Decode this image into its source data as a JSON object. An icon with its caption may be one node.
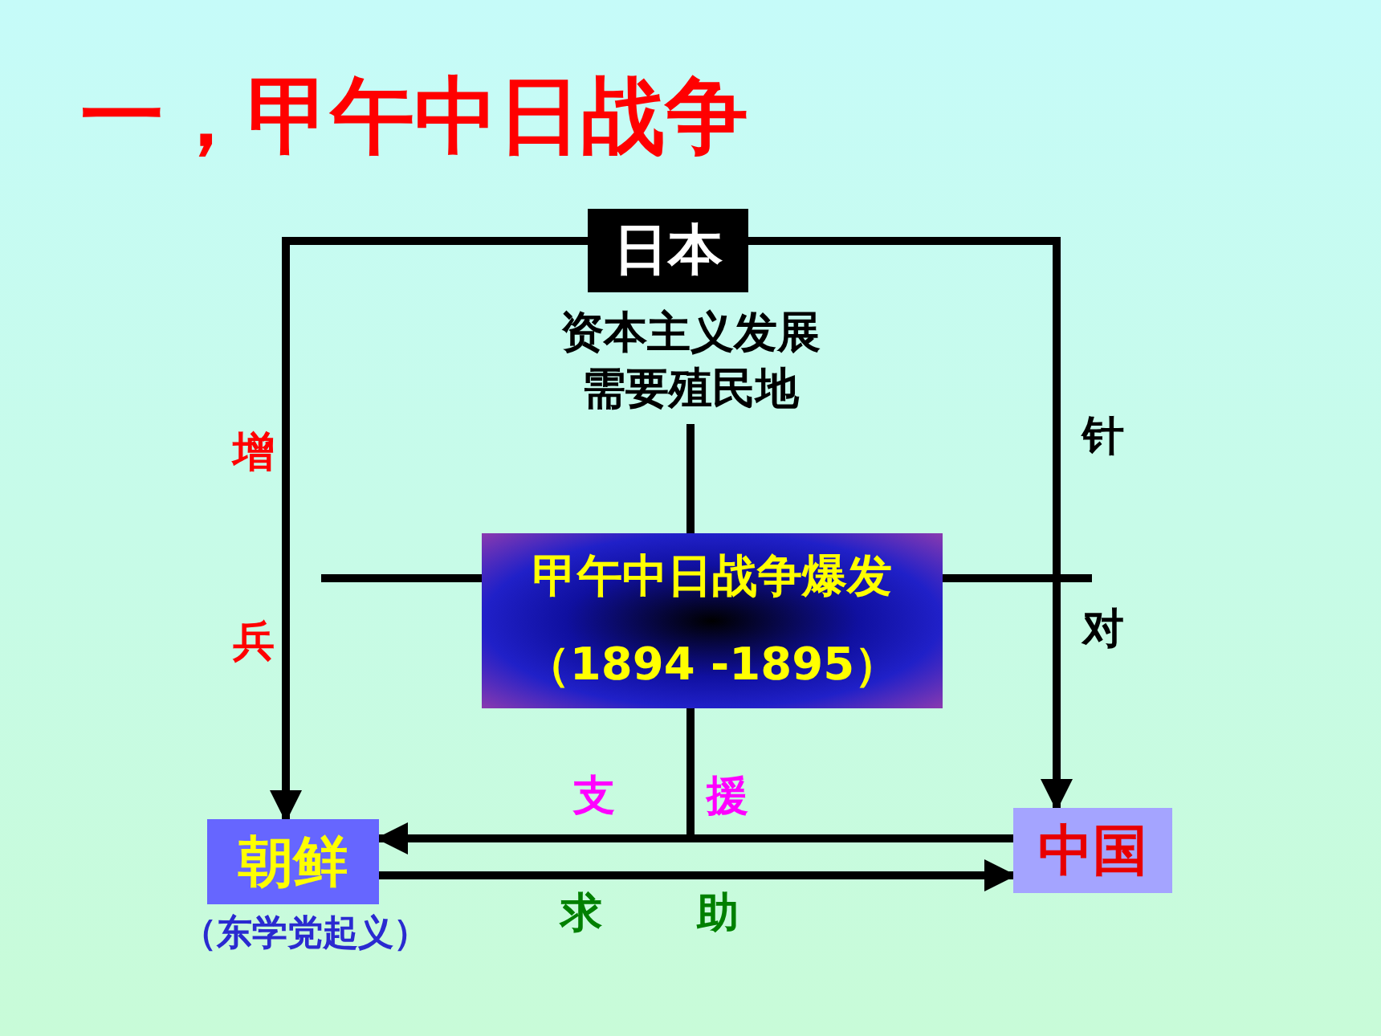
{
  "diagram": {
    "title": "一，甲午中日战争",
    "nodes": [
      {
        "text": [
          "日本"
        ]
      },
      {
        "text": [
          "资本主义发展需要殖民地"
        ]
      },
      {
        "text": [
          "甲午中日战争爆发",
          "（1894 -1895）"
        ]
      },
      {
        "text": [
          "朝鲜"
        ],
        "beside": [
          "（东学党起义）"
        ]
      },
      {
        "text": [
          "中国"
        ]
      }
    ],
    "edges": [
      {
        "from": 0,
        "to": 3,
        "arrow": "to",
        "label": "增兵"
      },
      {
        "from": 0,
        "to": 4,
        "arrow": "to",
        "label": "针对"
      },
      {
        "from": 4,
        "to": 3,
        "arrow": "to",
        "label": "支援"
      },
      {
        "from": 3,
        "to": 4,
        "arrow": "to",
        "label": "求助"
      },
      {
        "from": 1,
        "to": 2,
        "arrow": "none"
      },
      {
        "from": 2,
        "to": null,
        "arrow": "none"
      }
    ]
  }
}
